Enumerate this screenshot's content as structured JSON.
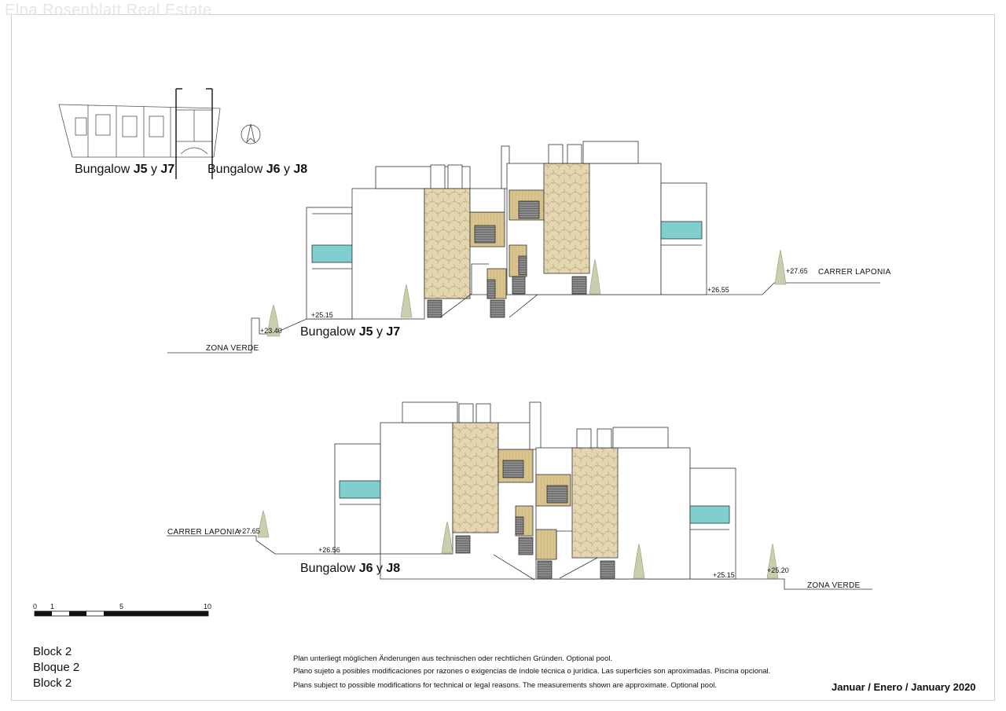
{
  "watermark": "Elna Rosenblatt Real Estate",
  "site_plan": {
    "label_left_prefix": "Bungalow ",
    "label_left_a": "J5",
    "label_left_mid": " y ",
    "label_left_b": "J7",
    "label_right_prefix": "Bungalow ",
    "label_right_a": "J6",
    "label_right_mid": " y ",
    "label_right_b": "J8"
  },
  "elevation_top": {
    "title_prefix": "Bungalow ",
    "title_a": "J5",
    "title_mid": " y ",
    "title_b": "J7",
    "street_left": "ZONA VERDE",
    "street_right": "CARRER LAPONIA",
    "levels": [
      "+23.40",
      "+25.15",
      "+26.55",
      "+27.65"
    ]
  },
  "elevation_bottom": {
    "title_prefix": "Bungalow ",
    "title_a": "J6",
    "title_mid": " y ",
    "title_b": "J8",
    "street_left": "CARRER LAPONIA",
    "street_right": "ZONA VERDE",
    "levels": [
      "+27.65",
      "+26.56",
      "+25.15",
      "+25.20"
    ]
  },
  "scale_bar": {
    "ticks": [
      "0",
      "1",
      "5",
      "10"
    ]
  },
  "block_labels": [
    "Block 2",
    "Bloque 2",
    "Block 2"
  ],
  "notes": [
    "Plan unterliegt möglichen Änderungen aus technischen oder rechtlichen Gründen. Optional pool.",
    "Plano sujeto a posibles modificaciones por razones o exigencias de índole técnica o jurídica. Las superficies son aproximadas. Piscina opcional.",
    "Plans subject to possible modifications for technical or legal reasons. The measurements shown are approximate. Optional pool."
  ],
  "date": "Januar / Enero / January 2020",
  "colors": {
    "stone": "#e3d6b0",
    "wood": "#d9c48f",
    "glass": "#7fcfcf",
    "line": "#333333",
    "tree": "#c9cfae"
  }
}
